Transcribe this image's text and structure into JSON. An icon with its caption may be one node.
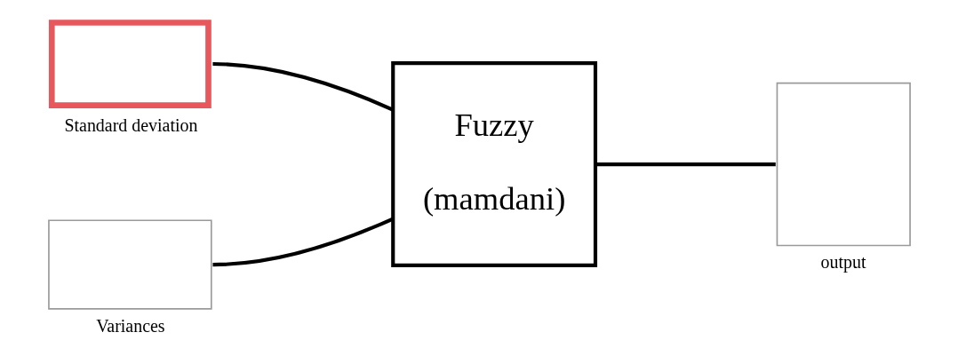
{
  "diagram": {
    "nodes": [
      {
        "text": [],
        "shape": "box",
        "beside": [
          "Standard deviation"
        ]
      },
      {
        "text": [],
        "shape": "box",
        "beside": [
          "Variances"
        ]
      },
      {
        "text": [
          "Fuzzy (mamdani)"
        ]
      },
      {
        "text": [],
        "shape": "box",
        "beside": [
          "output"
        ]
      }
    ],
    "edges": [
      {
        "from": 0,
        "to": 2,
        "arrow": "none"
      },
      {
        "from": 1,
        "to": 2,
        "arrow": "none"
      },
      {
        "from": 2,
        "to": 3,
        "arrow": "none"
      }
    ]
  }
}
